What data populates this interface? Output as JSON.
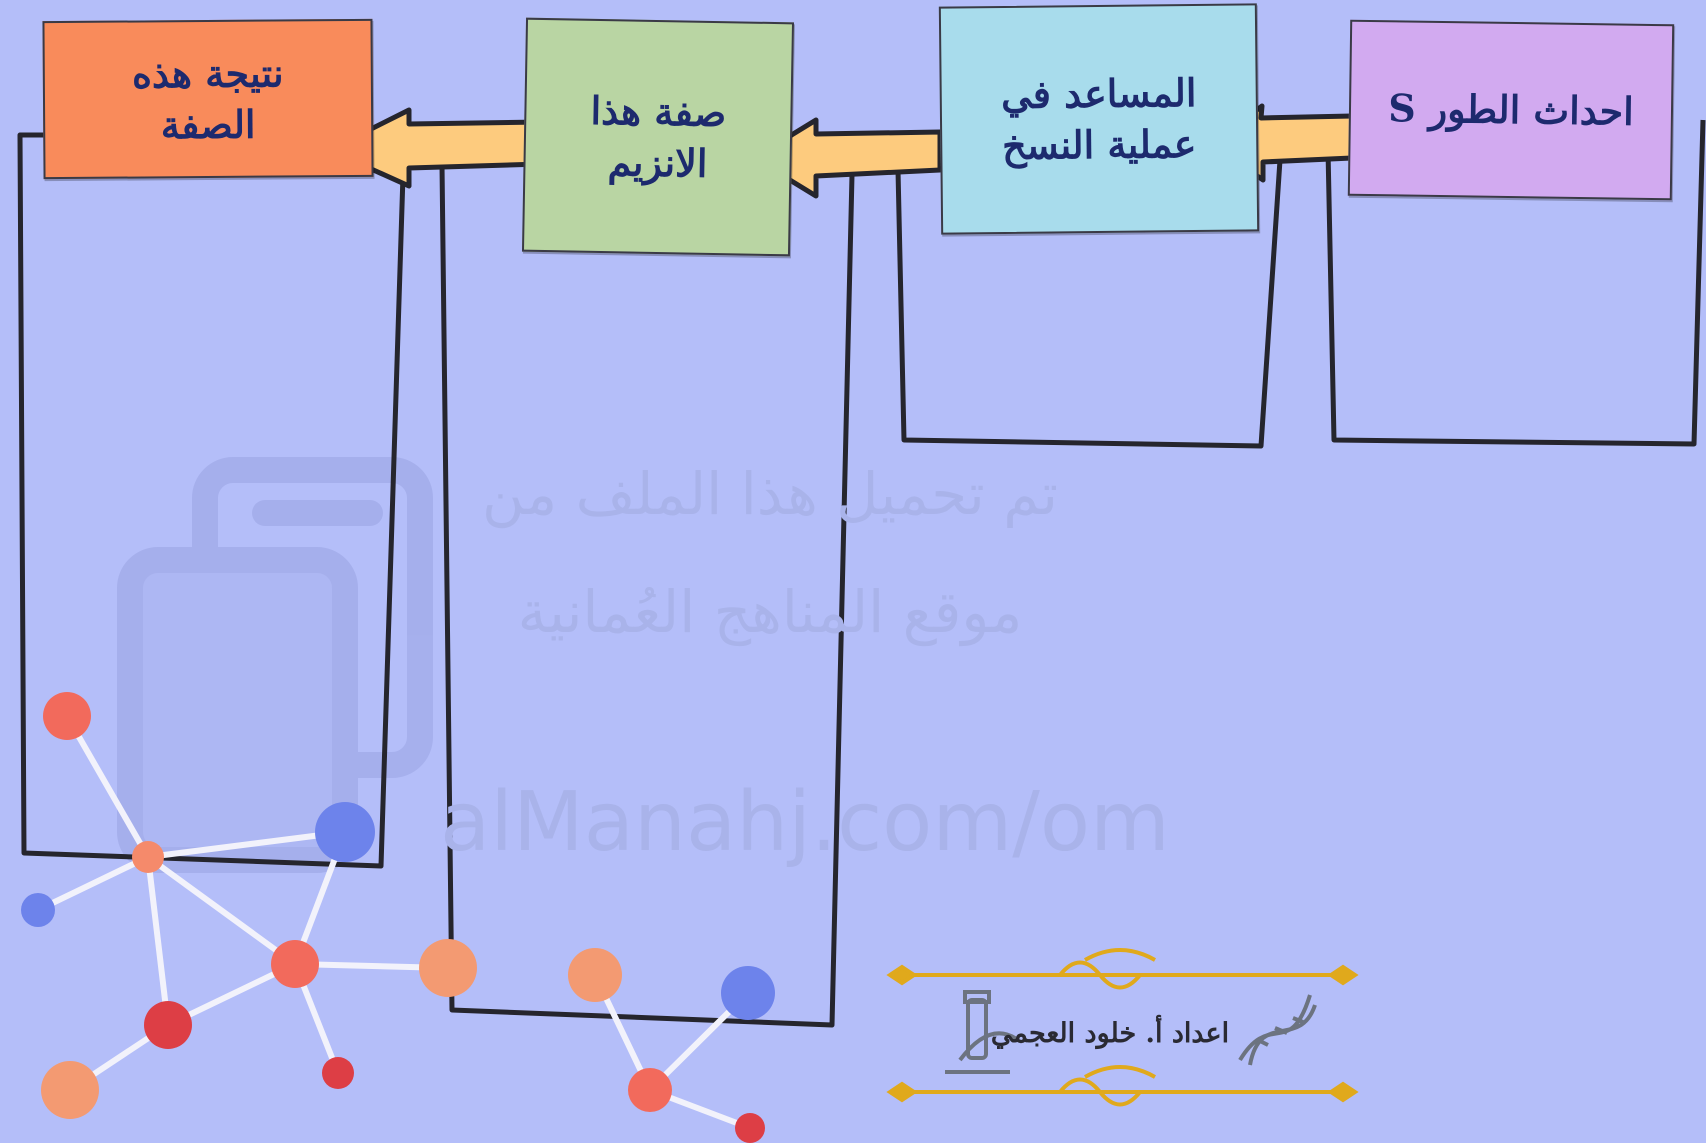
{
  "cards": [
    {
      "text": "احداث الطور S",
      "color": "#d2aaf0"
    },
    {
      "text": "المساعد في\nعملية النسخ",
      "color": "#a8dcec"
    },
    {
      "text": "صفة هذا\nالانزيم",
      "color": "#b9d5a3"
    },
    {
      "text": "نتيجة هذه\nالصفة",
      "color": "#f98b5b"
    }
  ],
  "watermark": {
    "line1": "تم تحميل هذا الملف من",
    "line2": "موقع المناهج العُمانية",
    "url": "alManahj.com/om"
  },
  "credit": {
    "author": "اعداد أ. خلود العجمي"
  },
  "colors": {
    "background": "#b4bef9",
    "arrow": "#fdcb7e",
    "frame": "#25252d",
    "ornament": "#e0a91c"
  },
  "icons": [
    "dna-icon",
    "microscope-icon",
    "flourish-divider-icon",
    "molecule-network-icon",
    "document-logo-icon"
  ]
}
